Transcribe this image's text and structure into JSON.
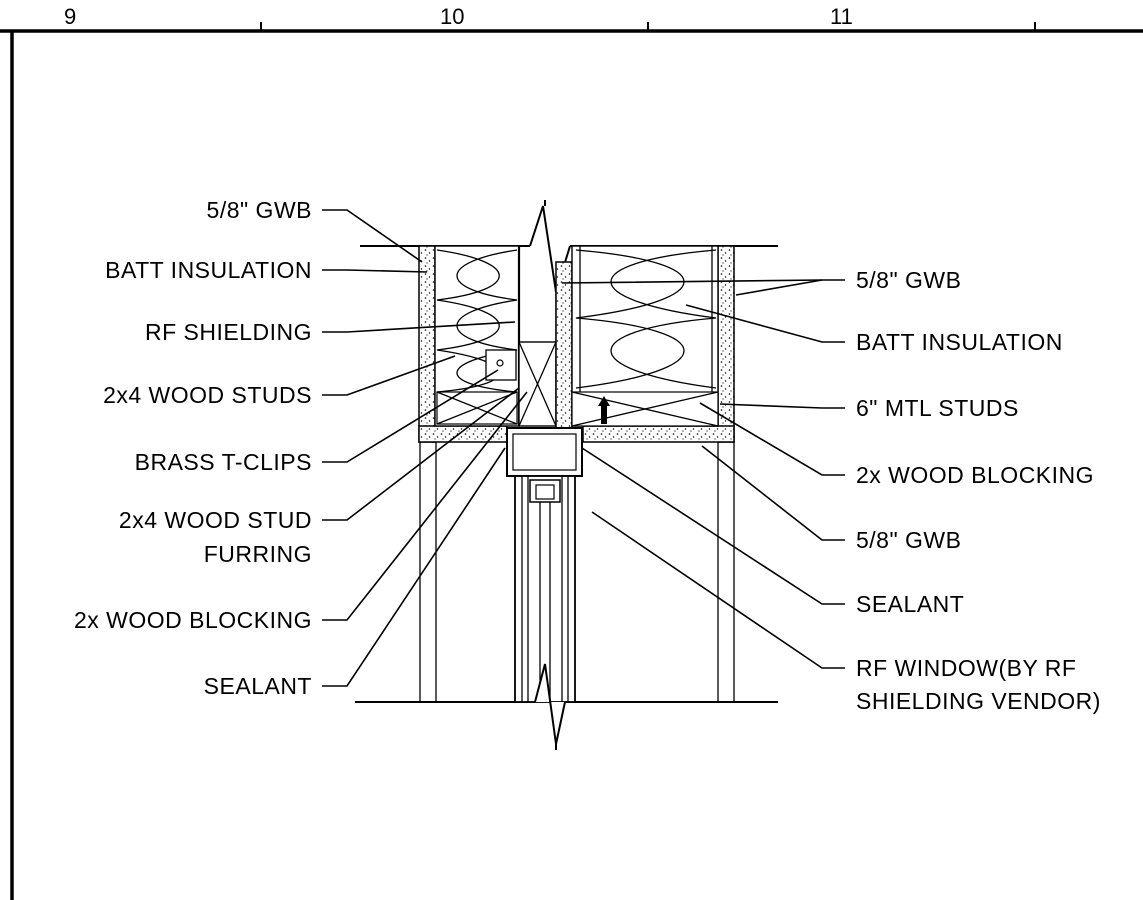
{
  "ruler": {
    "ticks": [
      "9",
      "10",
      "11"
    ]
  },
  "left_labels": {
    "gwb": "5/8\" GWB",
    "batt": "BATT INSULATION",
    "rf_shielding": "RF SHIELDING",
    "wood_studs": "2x4 WOOD STUDS",
    "tclips": "BRASS T-CLIPS",
    "furring_1": "2x4 WOOD STUD",
    "furring_2": "FURRING",
    "blocking": "2x WOOD BLOCKING",
    "sealant": "SEALANT"
  },
  "right_labels": {
    "gwb_top": "5/8\" GWB",
    "batt": "BATT INSULATION",
    "mtl_studs": "6\" MTL STUDS",
    "blocking": "2x WOOD BLOCKING",
    "gwb_bottom": "5/8\" GWB",
    "sealant": "SEALANT",
    "window_1": "RF WINDOW(BY RF",
    "window_2": "SHIELDING VENDOR)"
  }
}
